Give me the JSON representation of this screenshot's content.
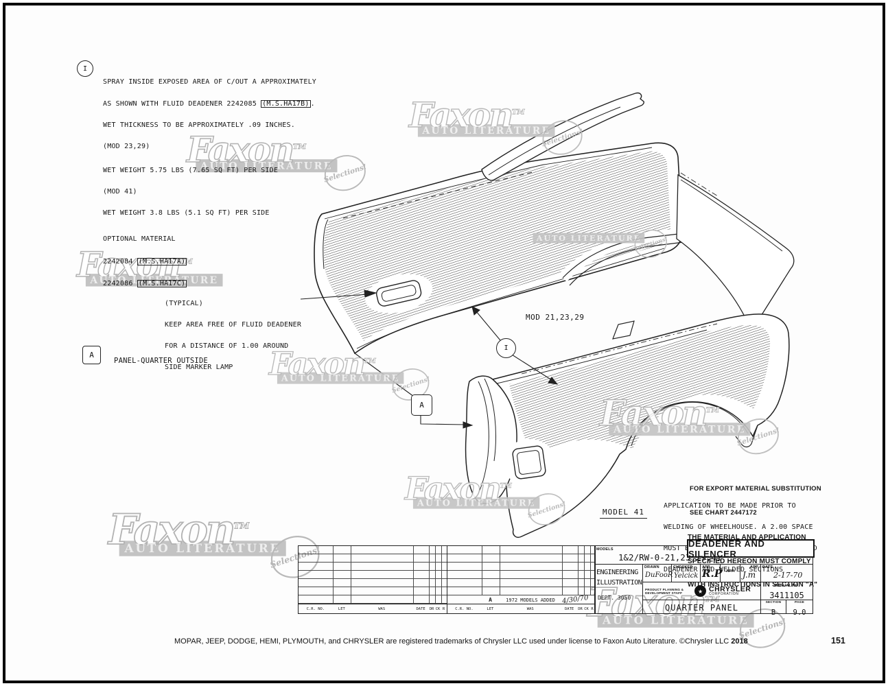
{
  "page": {
    "number": "151",
    "trademark_text": "MOPAR, JEEP, DODGE, HEMI, PLYMOUTH, and CHRYSLER are registered trademarks of Chrysler LLC used under license to Faxon Auto Literature. ©Chrysler LLC ",
    "trademark_year": "2018"
  },
  "watermark": {
    "brand": "Faxon",
    "tm": "TM",
    "subtitle": "AUTO LITERATURE",
    "badge": "Selections!"
  },
  "icons": {
    "pentastar": "★"
  },
  "note_spray": {
    "callout": "I",
    "l1": "SPRAY INSIDE EXPOSED AREA OF C/OUT A APPROXIMATELY",
    "l2a": "AS SHOWN WITH FLUID DEADENER 2242085 ",
    "l2b": "(M.S.HA17B)",
    "l2c": ".",
    "l3": "WET THICKNESS TO BE APPROXIMATELY .09 INCHES.",
    "l4": "(MOD 23,29)",
    "l5": "WET WEIGHT 5.75 LBS (7.65 SQ FT) PER SIDE",
    "l6": "(MOD 41)",
    "l7": "WET WEIGHT 3.8 LBS (5.1 SQ FT) PER SIDE",
    "l8": "OPTIONAL MATERIAL",
    "l9a": "2242084 ",
    "l9b": "(M.S.HA17A)",
    "l10a": "2242086 ",
    "l10b": "(M.S.HA17C)"
  },
  "note_typical": {
    "l1": "(TYPICAL)",
    "l2": "KEEP AREA FREE OF FLUID DEADENER",
    "l3": "FOR A DISTANCE OF 1.00 AROUND",
    "l4": "SIDE MARKER LAMP"
  },
  "legend_a": {
    "symbol": "A",
    "label": "PANEL-QUARTER OUTSIDE"
  },
  "callout_i": "I",
  "callout_a": "A",
  "labels": {
    "mod": "MOD 21,23,29",
    "model": "MODEL 41"
  },
  "note_export": {
    "l1": "FOR EXPORT MATERIAL SUBSTITUTION",
    "l2": "SEE CHART 2447172"
  },
  "note_application": {
    "l1": "APPLICATION TO BE MADE PRIOR TO",
    "l2": "WELDING OF WHEELHOUSE. A 2.00 SPACE",
    "l3": "MUST BE MAINTAINED BETWEEN THE FLUID",
    "l4": "DEADENER AND WELDED SECTIONS"
  },
  "note_compliance": {
    "l1": "THE MATERIAL AND APPLICATION",
    "l2": "SPECIFIED HEREON MUST COMPLY",
    "l3": "WITH INSTRUCTIONS IN SECTION \"A\""
  },
  "title_block": {
    "title": "DEADENER AND SILENCER",
    "models_label": "MODELS",
    "models_value": "1&2/RW-0-21,23,29,41",
    "org1": "ENGINEERING",
    "org2": "ILLUSTRATION",
    "dept": "DEPT. 3050",
    "drawn_label": "DRAWN",
    "drawn_value": "DuFooR",
    "checked_label": "CHECKED",
    "checked_value": "Yelcick",
    "app1_label": "APP.",
    "app1_value": "R.P",
    "app2_label": "APP.",
    "app3_label": "APP.",
    "app3_value": "J.m",
    "date_label": "DATE",
    "date_value": "2-17-70",
    "staff": "PRODUCT PLANNING & DEVELOPMENT STAFF",
    "brand": "CHRYSLER",
    "brand_sub": "CORPORATION",
    "manual_label": "MANUAL NO.",
    "manual_value": "3411105",
    "drawing_title": "QUARTER PANEL",
    "section_label": "SECTION",
    "section_value": "B",
    "page_label": "PAGE",
    "page_value": "9.0"
  },
  "revision_table": {
    "h_crno": "C.R. NO.",
    "h_let": "LET",
    "h_was": "WAS",
    "h_date": "DATE",
    "h_dr": "DR",
    "h_ck": "CK",
    "h_r": "R",
    "entry_let": "A",
    "entry_was": "1972 MODELS ADDED",
    "entry_sig": "4/30/70"
  }
}
